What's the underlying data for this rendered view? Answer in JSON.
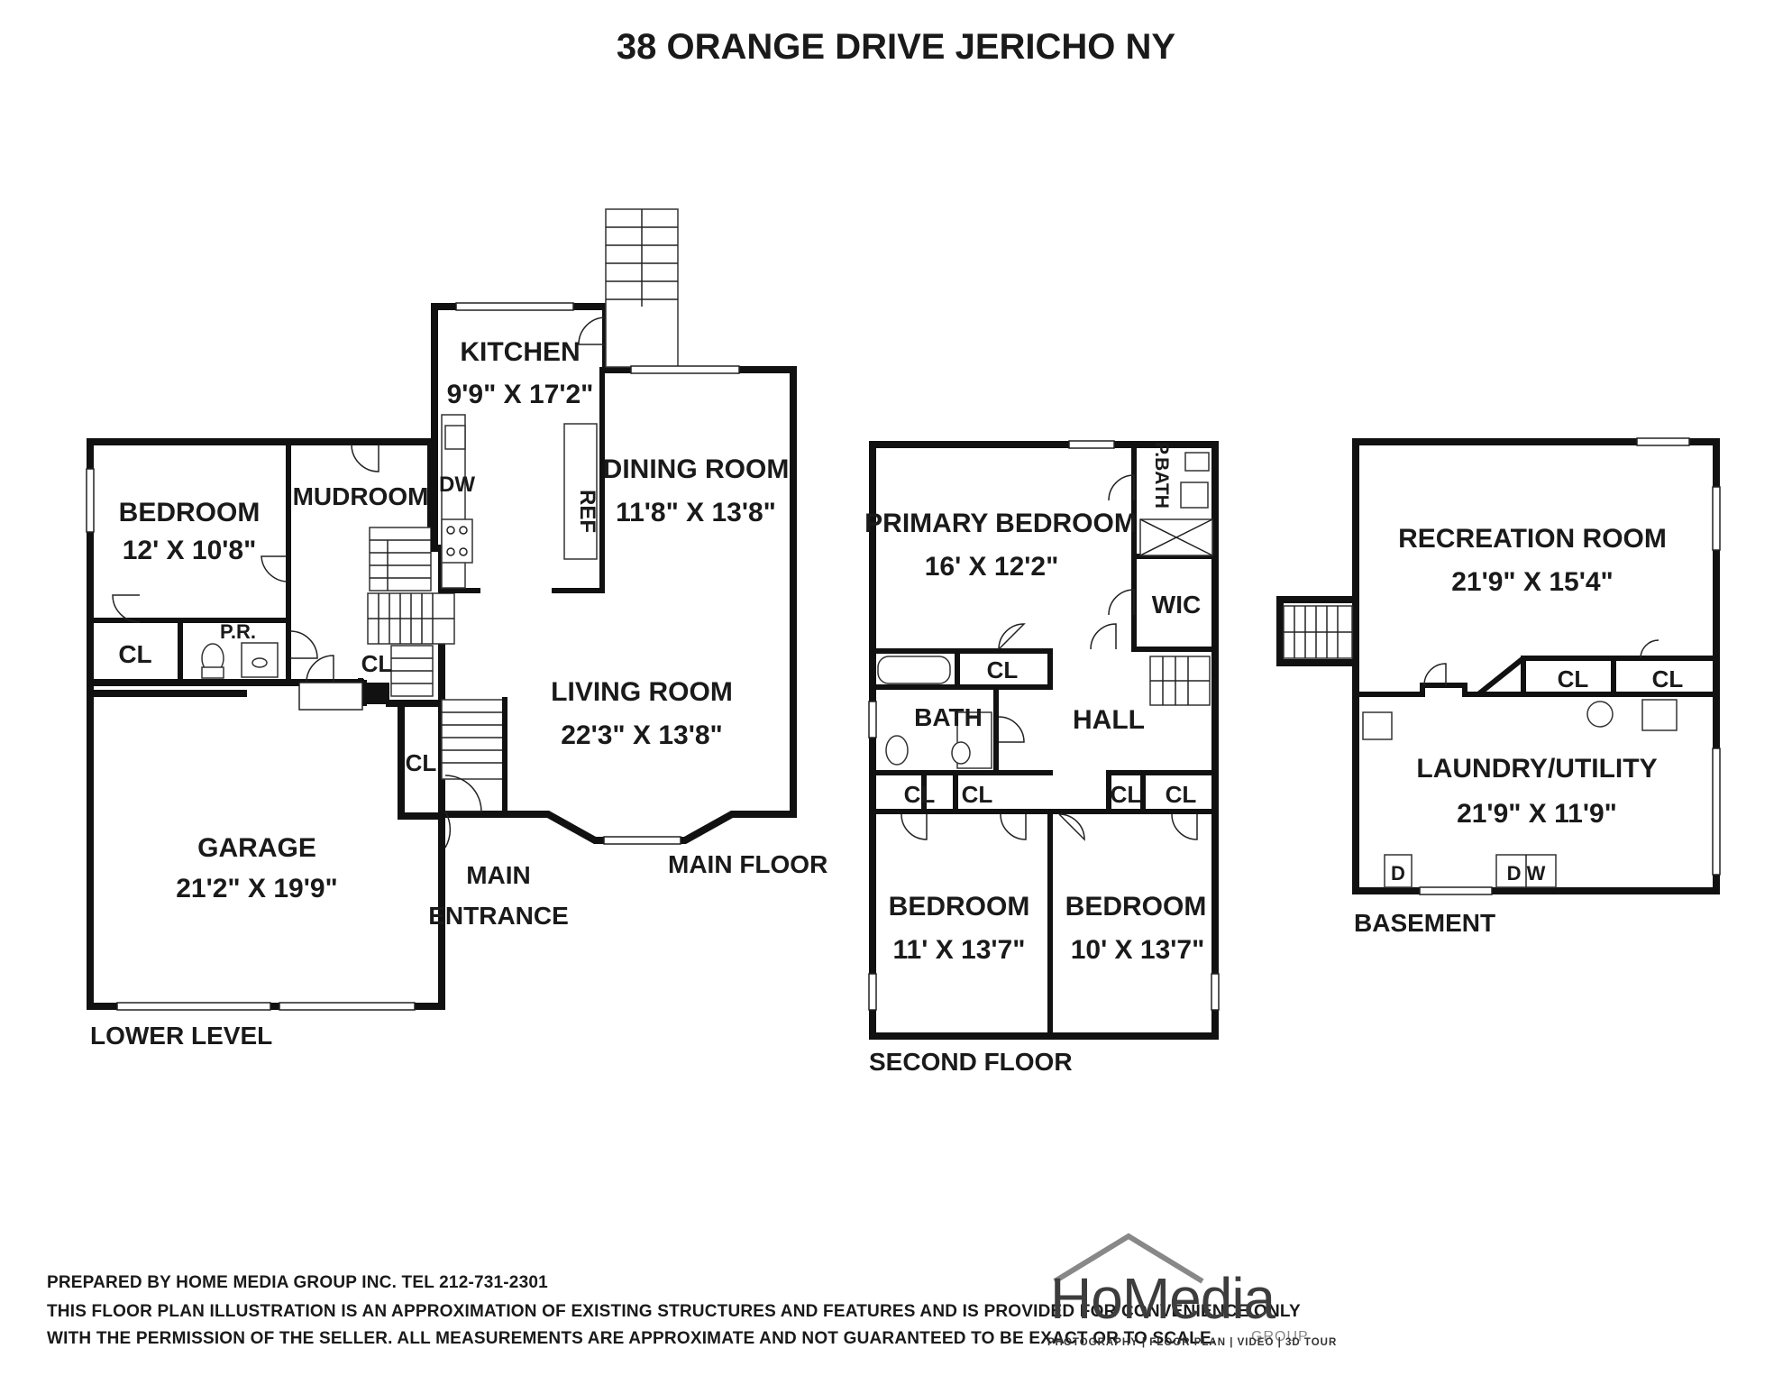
{
  "title": "38 ORANGE DRIVE JERICHO NY",
  "floors": {
    "lower": {
      "label": "LOWER LEVEL",
      "bedroom": {
        "name": "BEDROOM",
        "dim": "12' X 10'8\""
      },
      "mudroom": {
        "name": "MUDROOM"
      },
      "closet": "CL",
      "powder": "P.R.",
      "closet2": "CL",
      "closet3": "CL",
      "garage": {
        "name": "GARAGE",
        "dim": "21'2\" X 19'9\""
      }
    },
    "main": {
      "label": "MAIN FLOOR",
      "kitchen": {
        "name": "KITCHEN",
        "dim": "9'9\" X 17'2\""
      },
      "dw": "DW",
      "ref": "REF",
      "dining": {
        "name": "DINING ROOM",
        "dim": "11'8\" X 13'8\""
      },
      "living": {
        "name": "LIVING ROOM",
        "dim": "22'3\" X 13'8\""
      },
      "entrance": {
        "line1": "MAIN",
        "line2": "ENTRANCE"
      }
    },
    "second": {
      "label": "SECOND FLOOR",
      "primary": {
        "name": "PRIMARY BEDROOM",
        "dim": "16' X 12'2\""
      },
      "pbath": "P.BATH",
      "wic": "WIC",
      "cl1": "CL",
      "bath": "BATH",
      "hall": "HALL",
      "cl2": "CL",
      "cl3": "CL",
      "cl4": "CL",
      "cl5": "CL",
      "bed2": {
        "name": "BEDROOM",
        "dim": "11' X 13'7\""
      },
      "bed3": {
        "name": "BEDROOM",
        "dim": "10' X 13'7\""
      }
    },
    "basement": {
      "label": "BASEMENT",
      "rec": {
        "name": "RECREATION ROOM",
        "dim": "21'9\" X 15'4\""
      },
      "cl1": "CL",
      "cl2": "CL",
      "laundry": {
        "name": "LAUNDRY/UTILITY",
        "dim": "21'9\" X 11'9\""
      },
      "d": "D",
      "dw": "D W"
    }
  },
  "footer": {
    "line1": "PREPARED BY  HOME MEDIA GROUP INC.  TEL 212-731-2301",
    "line2": "THIS FLOOR PLAN ILLUSTRATION IS AN APPROXIMATION OF EXISTING STRUCTURES AND FEATURES AND IS PROVIDED FOR CONVENIENCE ONLY",
    "line3": "WITH THE PERMISSION OF THE SELLER. ALL MEASUREMENTS ARE APPROXIMATE AND NOT GUARANTEED TO BE EXACT OR TO SCALE."
  },
  "logo": {
    "word": "HoMedia",
    "group": "GROUP",
    "services": "PHOTOGRAPHY | FLOOR PLAN | VIDEO | 3D TOUR"
  }
}
